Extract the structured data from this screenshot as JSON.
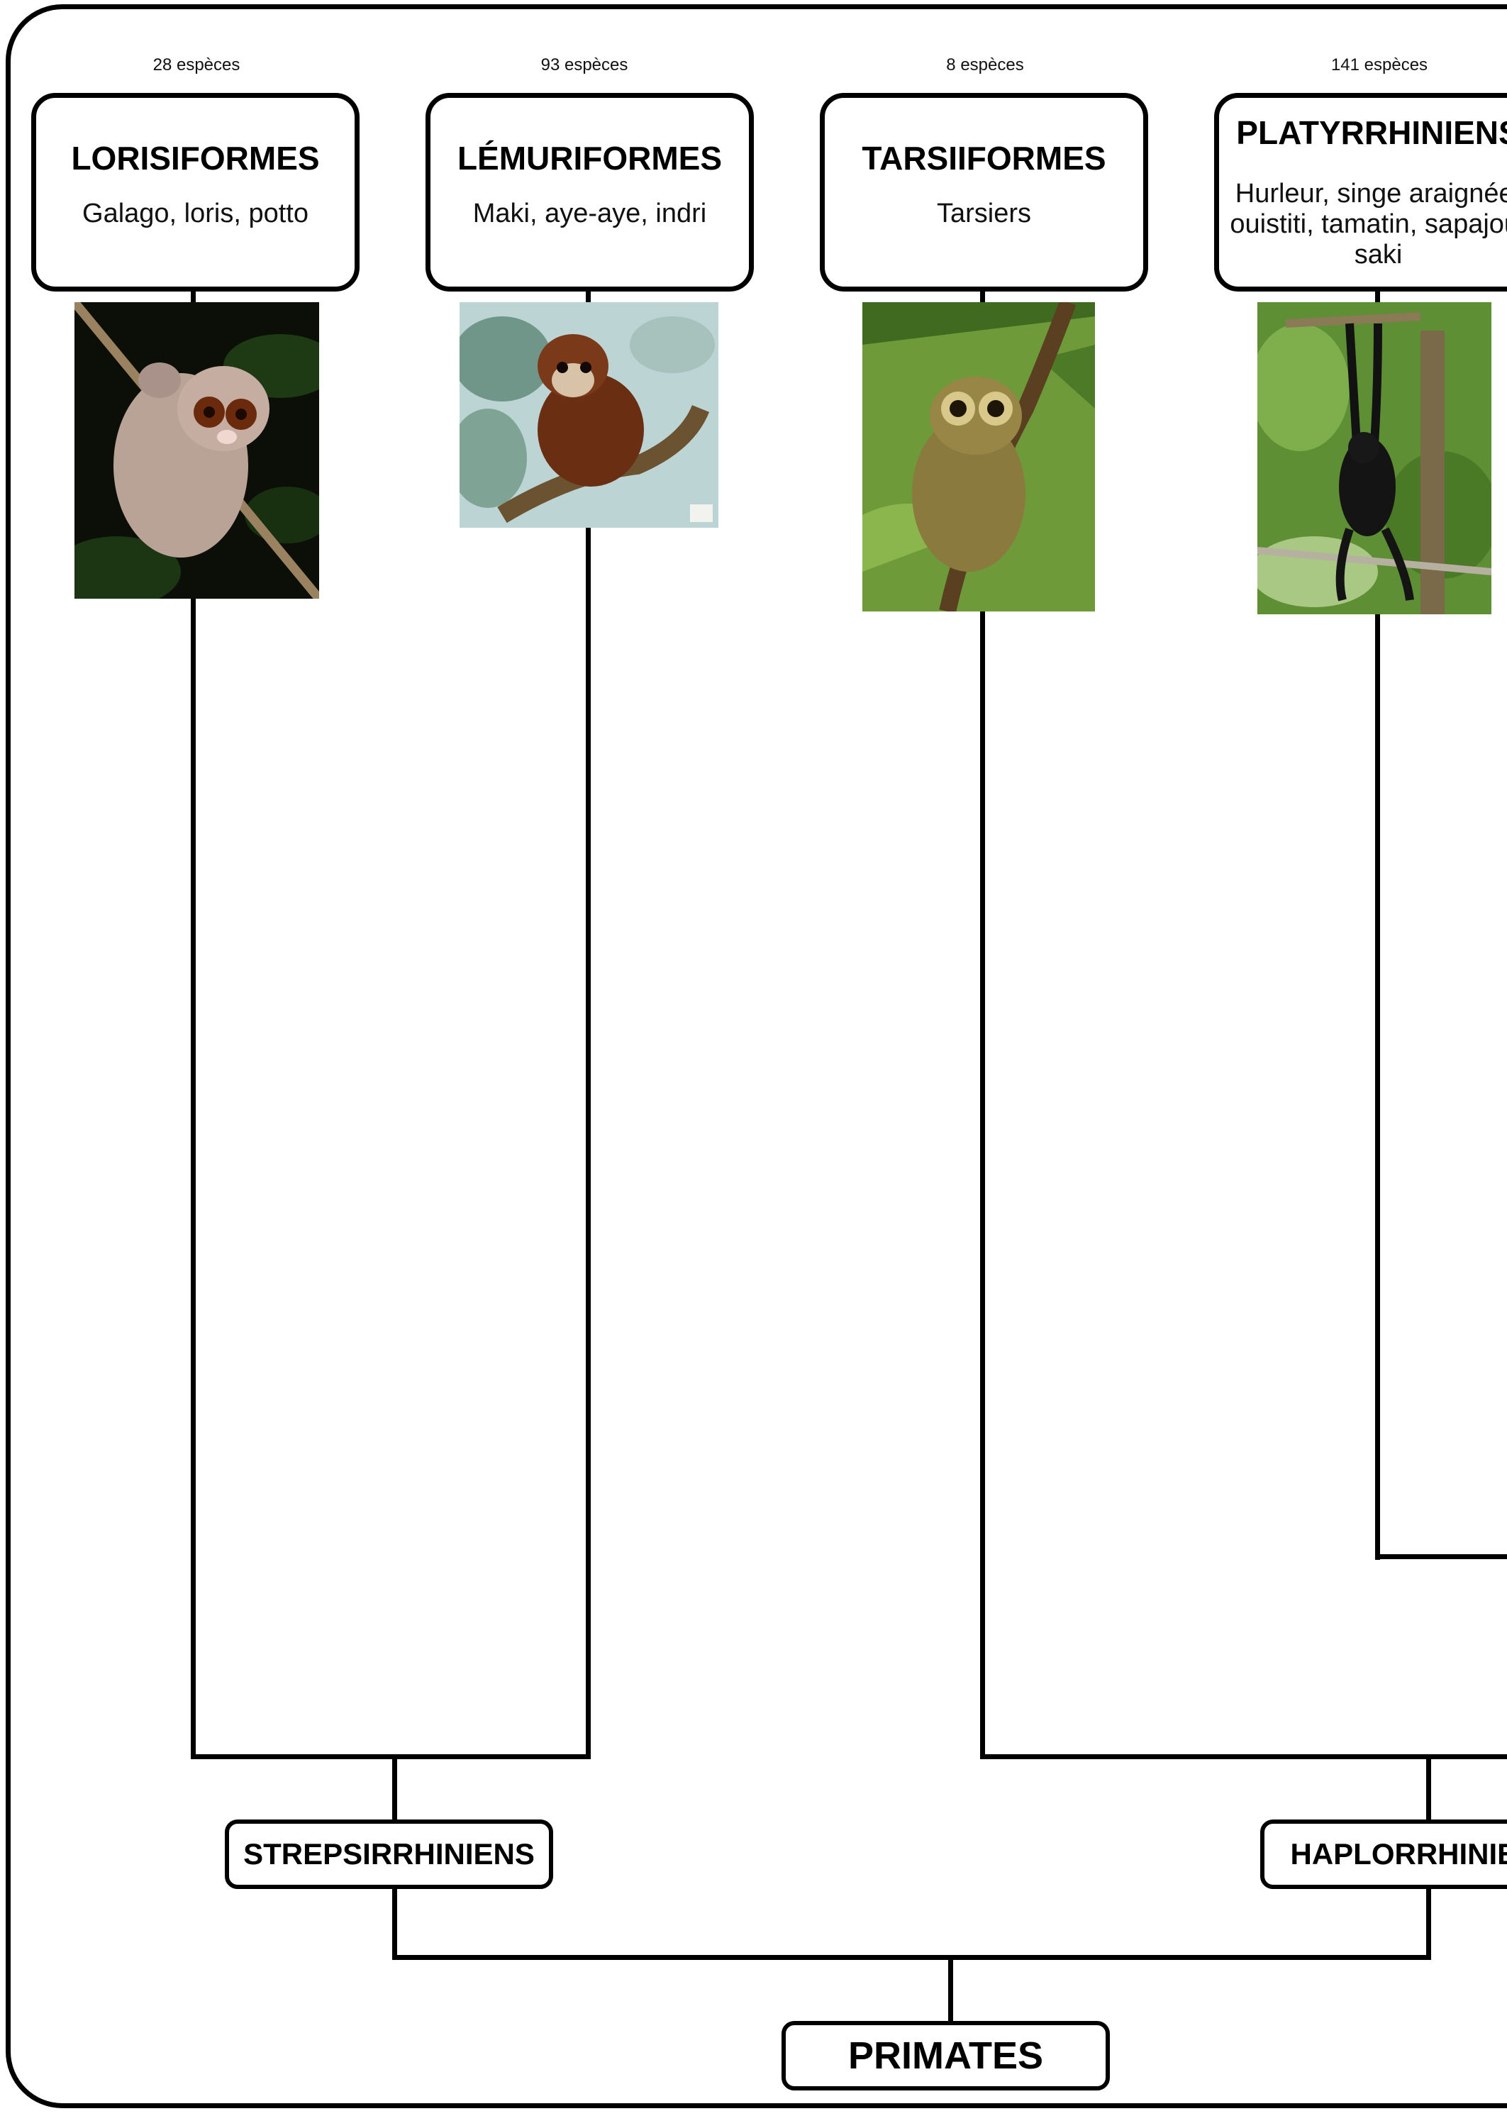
{
  "groups": [
    {
      "count": "28 espèces",
      "title": "LORISIFORMES",
      "subtitle": "Galago, loris, potto",
      "photo_icon": "slow-loris-photo-icon"
    },
    {
      "count": "93 espèces",
      "title": "LÉMURIFORMES",
      "subtitle": "Maki, aye-aye, indri",
      "photo_icon": "lemur-photo-icon"
    },
    {
      "count": "8 espèces",
      "title": "TARSIIFORMES",
      "subtitle": "Tarsiers",
      "photo_icon": "tarsier-photo-icon"
    },
    {
      "count": "141 espèces",
      "title": "PLATYRRHINIENS",
      "subtitle": "Hurleur, singe araignée, ouistiti, tamatin, sapajou, saki",
      "photo_icon": "spider-monkey-photo-icon"
    }
  ],
  "clades": {
    "strepsirrhiniens": "STREPSIRRHINIENS",
    "haplorrhiniens": "HAPLORRHINIENS",
    "primates": "PRIMATES"
  },
  "colors": {
    "line": "#000000",
    "background": "#ffffff"
  }
}
